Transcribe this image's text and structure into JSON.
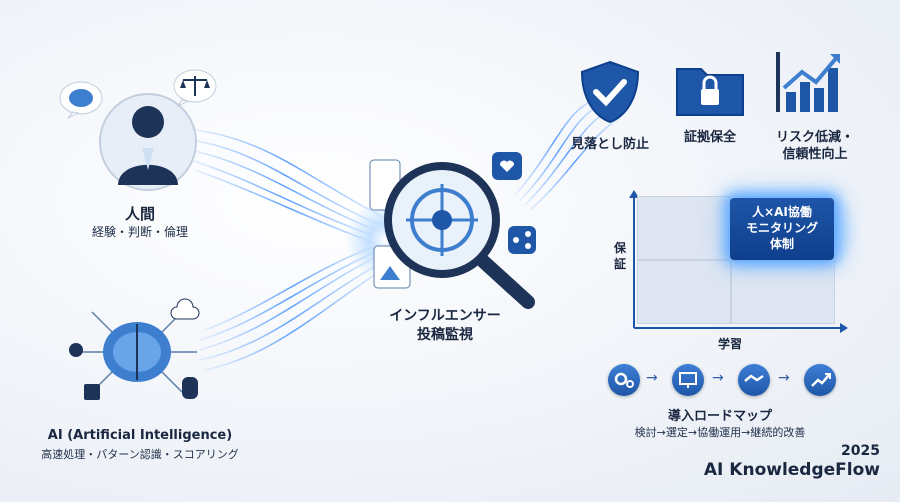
{
  "human": {
    "title": "人間",
    "subtitle": "経験・判断・倫理"
  },
  "ai": {
    "title": "AI (Artificial Intelligence)",
    "subtitle": "高速処理・パターン認識・スコアリング"
  },
  "center": {
    "line1": "インフルエンサー",
    "line2": "投稿監視"
  },
  "outcomes": [
    {
      "label": "見落とし防止"
    },
    {
      "label": "証拠保全"
    },
    {
      "label": "リスク低減・",
      "label2": "信頼性向上"
    }
  ],
  "matrix": {
    "y_label": "保証",
    "x_label": "学習",
    "highlight": [
      "人×AI協働",
      "モニタリング",
      "体制"
    ]
  },
  "roadmap": {
    "title": "導入ロードマップ",
    "steps": "検討→選定→協働運用→継続的改善"
  },
  "brand": {
    "year": "2025",
    "name": "AI KnowledgeFlow"
  },
  "colors": {
    "accent": "#1e56a8",
    "glow": "#5da8ff",
    "dark": "#1a2740"
  }
}
